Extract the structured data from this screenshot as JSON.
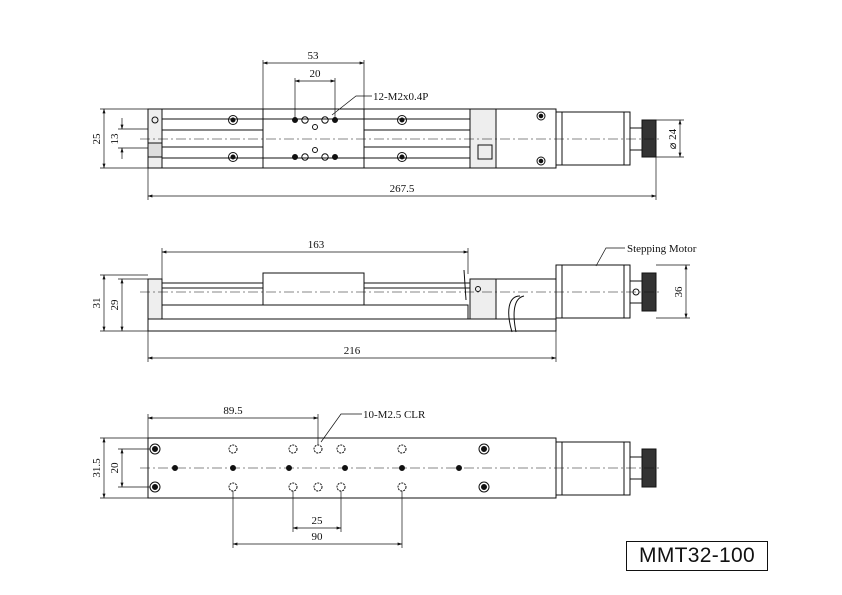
{
  "model": "MMT32-100",
  "top_view": {
    "dim_carriage_width": "53",
    "dim_hole_spacing": "20",
    "dim_height_outer": "25",
    "dim_height_inner": "13",
    "dim_total_length": "267.5",
    "dim_knob_diameter": "⌀ 24",
    "callout_holes": "12-M2x0.4P"
  },
  "side_view": {
    "dim_travel": "163",
    "dim_height_outer": "31",
    "dim_height_inner": "29",
    "dim_motor_height": "36",
    "dim_base_length": "216",
    "callout_motor": "Stepping Motor"
  },
  "bottom_view": {
    "dim_offset": "89.5",
    "dim_height_outer": "31.5",
    "dim_height_inner": "20",
    "dim_hole_pitch_small": "25",
    "dim_hole_pitch_large": "90",
    "callout_holes": "10-M2.5 CLR"
  }
}
